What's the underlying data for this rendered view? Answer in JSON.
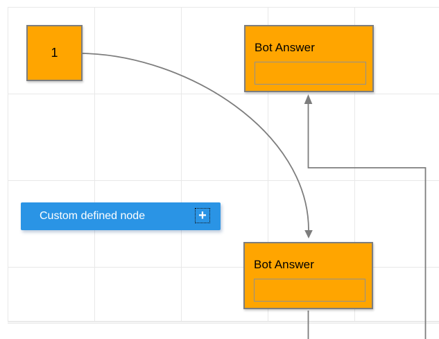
{
  "diagram": {
    "nodes": {
      "start": {
        "label": "1"
      },
      "bot_answer_top": {
        "title": "Bot Answer",
        "textbox_value": ""
      },
      "bot_answer_bottom": {
        "title": "Bot Answer",
        "textbox_value": ""
      },
      "custom": {
        "label": "Custom defined node",
        "plus": "+"
      }
    },
    "connectors": [
      {
        "name": "bezier-from-start-to-bottom-bot-answer",
        "type": "bezier",
        "arrow": "down"
      },
      {
        "name": "orthogonal-from-bottom-to-top-bot-answer",
        "type": "orthogonal",
        "arrow": "up"
      }
    ]
  },
  "colors": {
    "node-fill": "#ffa500",
    "node-stroke": "#7d7d7d",
    "accent": "#2a94e5",
    "connector": "#7d7d7d",
    "grid": "#e8e8e8"
  }
}
